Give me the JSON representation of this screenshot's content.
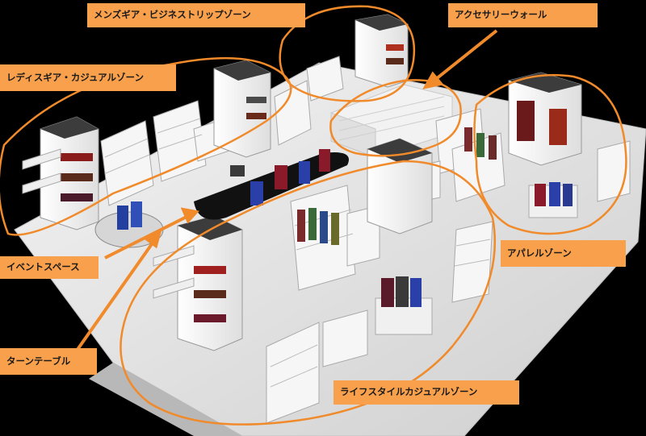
{
  "zones": {
    "mens_gear": "メンズギア・ビジネストリップゾーン",
    "accessory_wall": "アクセサリーウォール",
    "ladies_gear": "レディスギア・カジュアルゾーン",
    "event_space": "イベントスペース",
    "apparel": "アパレルゾーン",
    "turntable": "ターンテーブル",
    "lifestyle": "ライフスタイルカジュアルゾーン"
  },
  "colors": {
    "callout": "#f9a04c",
    "outline": "#f08a2a",
    "background": "#000000",
    "floor": "#e9e9e9"
  }
}
